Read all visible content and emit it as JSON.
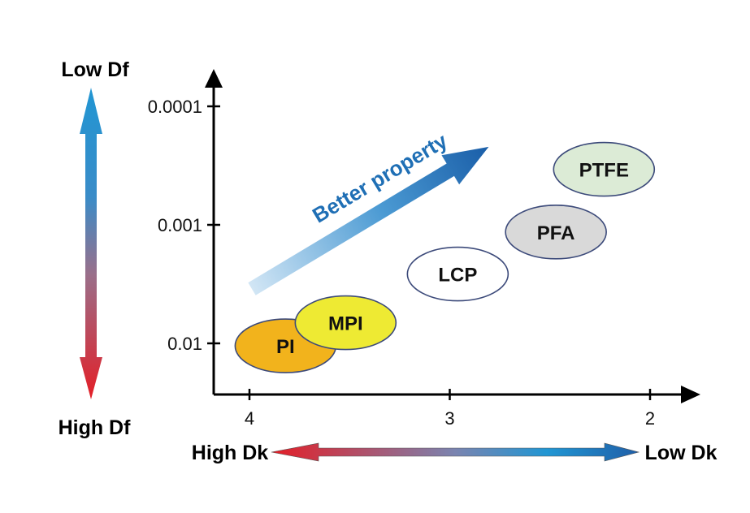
{
  "chart_data": {
    "type": "scatter",
    "x": {
      "ticks": [
        4,
        3,
        2
      ],
      "scale": "linear",
      "reversed": true
    },
    "y": {
      "ticks": [
        0.0001,
        0.001,
        0.01
      ],
      "tick_labels": [
        "0.0001",
        "0.001",
        "0.01"
      ],
      "scale": "log",
      "reversed": true
    },
    "points": [
      {
        "label": "PI",
        "dk": 3.82,
        "df": 0.0105,
        "color": "#f2b31c"
      },
      {
        "label": "MPI",
        "dk": 3.52,
        "df": 0.0067,
        "color": "#eeea33"
      },
      {
        "label": "LCP",
        "dk": 2.96,
        "df": 0.0026,
        "color": "#ffffff"
      },
      {
        "label": "PFA",
        "dk": 2.47,
        "df": 0.00115,
        "color": "#d9d9d9"
      },
      {
        "label": "PTFE",
        "dk": 2.23,
        "df": 0.00034,
        "color": "#dcebd6"
      }
    ],
    "annotation": "Better property",
    "y_indicator": {
      "top": "Low Df",
      "bottom": "High Df"
    },
    "x_indicator": {
      "left": "High Dk",
      "right": "Low Dk"
    },
    "grid": false
  },
  "colors": {
    "blue": "#1f4e9c",
    "red": "#e41e26",
    "arrow_blue": "#1f6fb5",
    "ellipse_stroke": "#3c4a7a"
  }
}
